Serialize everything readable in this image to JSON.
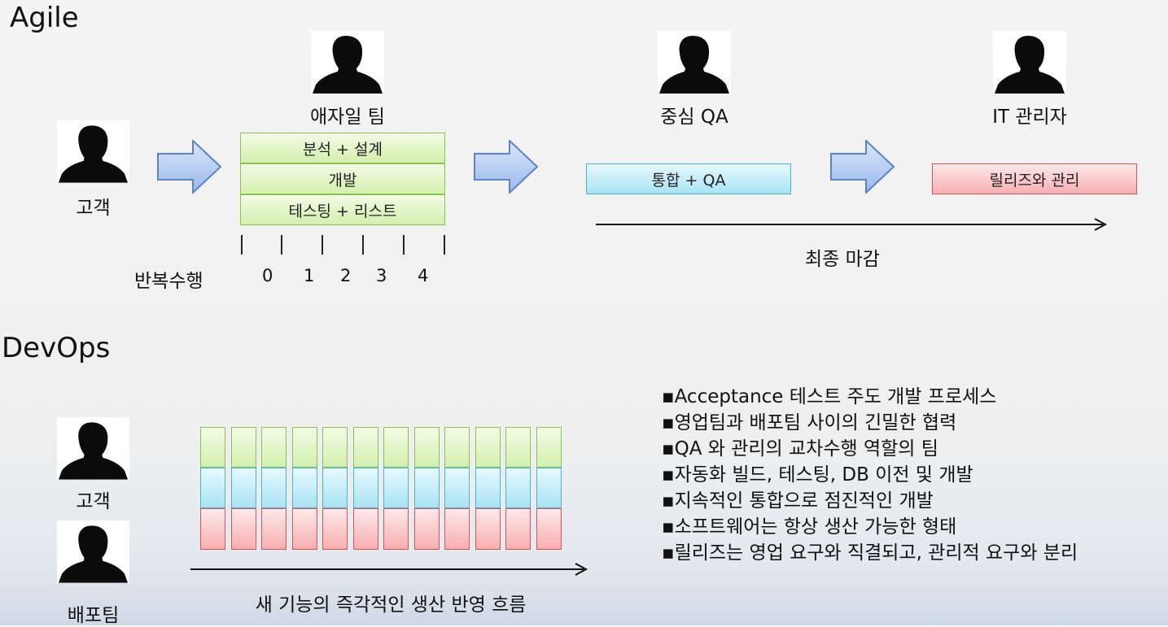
{
  "agile": {
    "title": "Agile",
    "customer_label": "고객",
    "team_label": "애자일 팀",
    "qa_label": "중심 QA",
    "it_label": "IT 관리자",
    "team_boxes": [
      "분석 + 설계",
      "개발",
      "테스팅 + 리스트"
    ],
    "qa_box": "통합 + QA",
    "release_box": "릴리즈와 관리",
    "iteration_label": "반복수행",
    "iteration_numbers": [
      "0",
      "1",
      "2",
      "3",
      "4"
    ],
    "deadline_label": "최종  마감"
  },
  "devops": {
    "title": "DevOps",
    "customer_label": "고객",
    "deploy_team_label": "배포팀",
    "flow_label": "새 기능의 즉각적인 생산 반영 흐름",
    "bullets": [
      "▪Acceptance 테스트 주도 개발 프로세스",
      "▪영업팀과 배포팀 사이의  긴밀한 협력",
      "▪QA 와 관리의 교차수행 역할의 팀",
      "▪자동화 빌드, 테스팅, DB 이전 및 개발",
      "▪지속적인 통합으로 점진적인 개발",
      "▪소프트웨어는 항상 생산 가능한 형태",
      "▪릴리즈는 영업 요구와 직결되고, 관리적 요구와 분리"
    ],
    "column_count": 12
  },
  "icons": {
    "person": "person-silhouette-icon",
    "arrow": "right-arrow-icon"
  },
  "colors": {
    "green": "#d3f0ad",
    "blue": "#a9e3f4",
    "red": "#f6aeb0",
    "arrow_fill": "#b8cdf2"
  }
}
